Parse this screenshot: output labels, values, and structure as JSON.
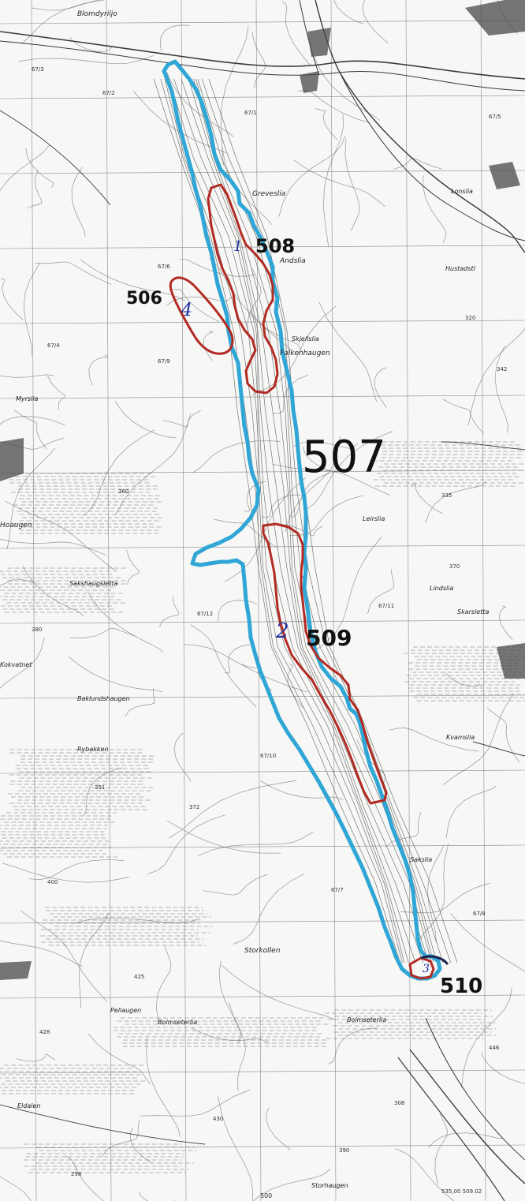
{
  "map": {
    "colors": {
      "paper": "#f7f7f5",
      "line": "#3a3a3a",
      "contour": "#6b6b6b",
      "blue_outline": "#2fa6d6",
      "red_outline": "#b22a22",
      "handwriting": "#1c2fa0"
    },
    "annotations": {
      "area_506": "506",
      "area_507": "507",
      "area_508": "508",
      "area_509": "509",
      "area_510": "510",
      "mark_1": "1",
      "mark_2": "2",
      "mark_3": "3",
      "mark_4": "4"
    },
    "place_names": {
      "blomdy": "Blomdyriljo",
      "greve": "Greveslia",
      "andslia": "Andslia",
      "lonslia": "Lonslia",
      "hustad": "Hustadstl",
      "falken": "Falkenhaugen",
      "skjell": "Skjellslia",
      "haugen": "Hoaugen",
      "sakshaug": "Sakshaugsletta",
      "baklund": "Baklundshaugen",
      "rybakken": "Rybakken",
      "leirslia": "Leirslia",
      "skar": "Skarsletta",
      "lindsla": "Lindslia",
      "storkollen": "Storkollen",
      "balmset1": "Bolmseterlia",
      "balmset2": "Bolmseterlia",
      "pellaugen": "Pellaugen",
      "eldalen": "Eldalen",
      "kvamsla": "Kvamslia",
      "storhaugen": "Storhaugen",
      "saksa": "Sakslia",
      "myrsl": "Myrslia",
      "kokvatnet": "Kokvatnet"
    },
    "elevations": [
      "67/3",
      "67/2",
      "67/5",
      "67/1",
      "67/6",
      "67/4",
      "320",
      "342",
      "335",
      "360",
      "380",
      "370",
      "351",
      "372",
      "400",
      "425",
      "428",
      "446",
      "430",
      "308",
      "390",
      "298",
      "67/11",
      "67/10",
      "67/12",
      "67/7",
      "67/8",
      "67/9"
    ],
    "bottom_labels": {
      "left": "500",
      "right": "535,00\n509.02"
    }
  }
}
